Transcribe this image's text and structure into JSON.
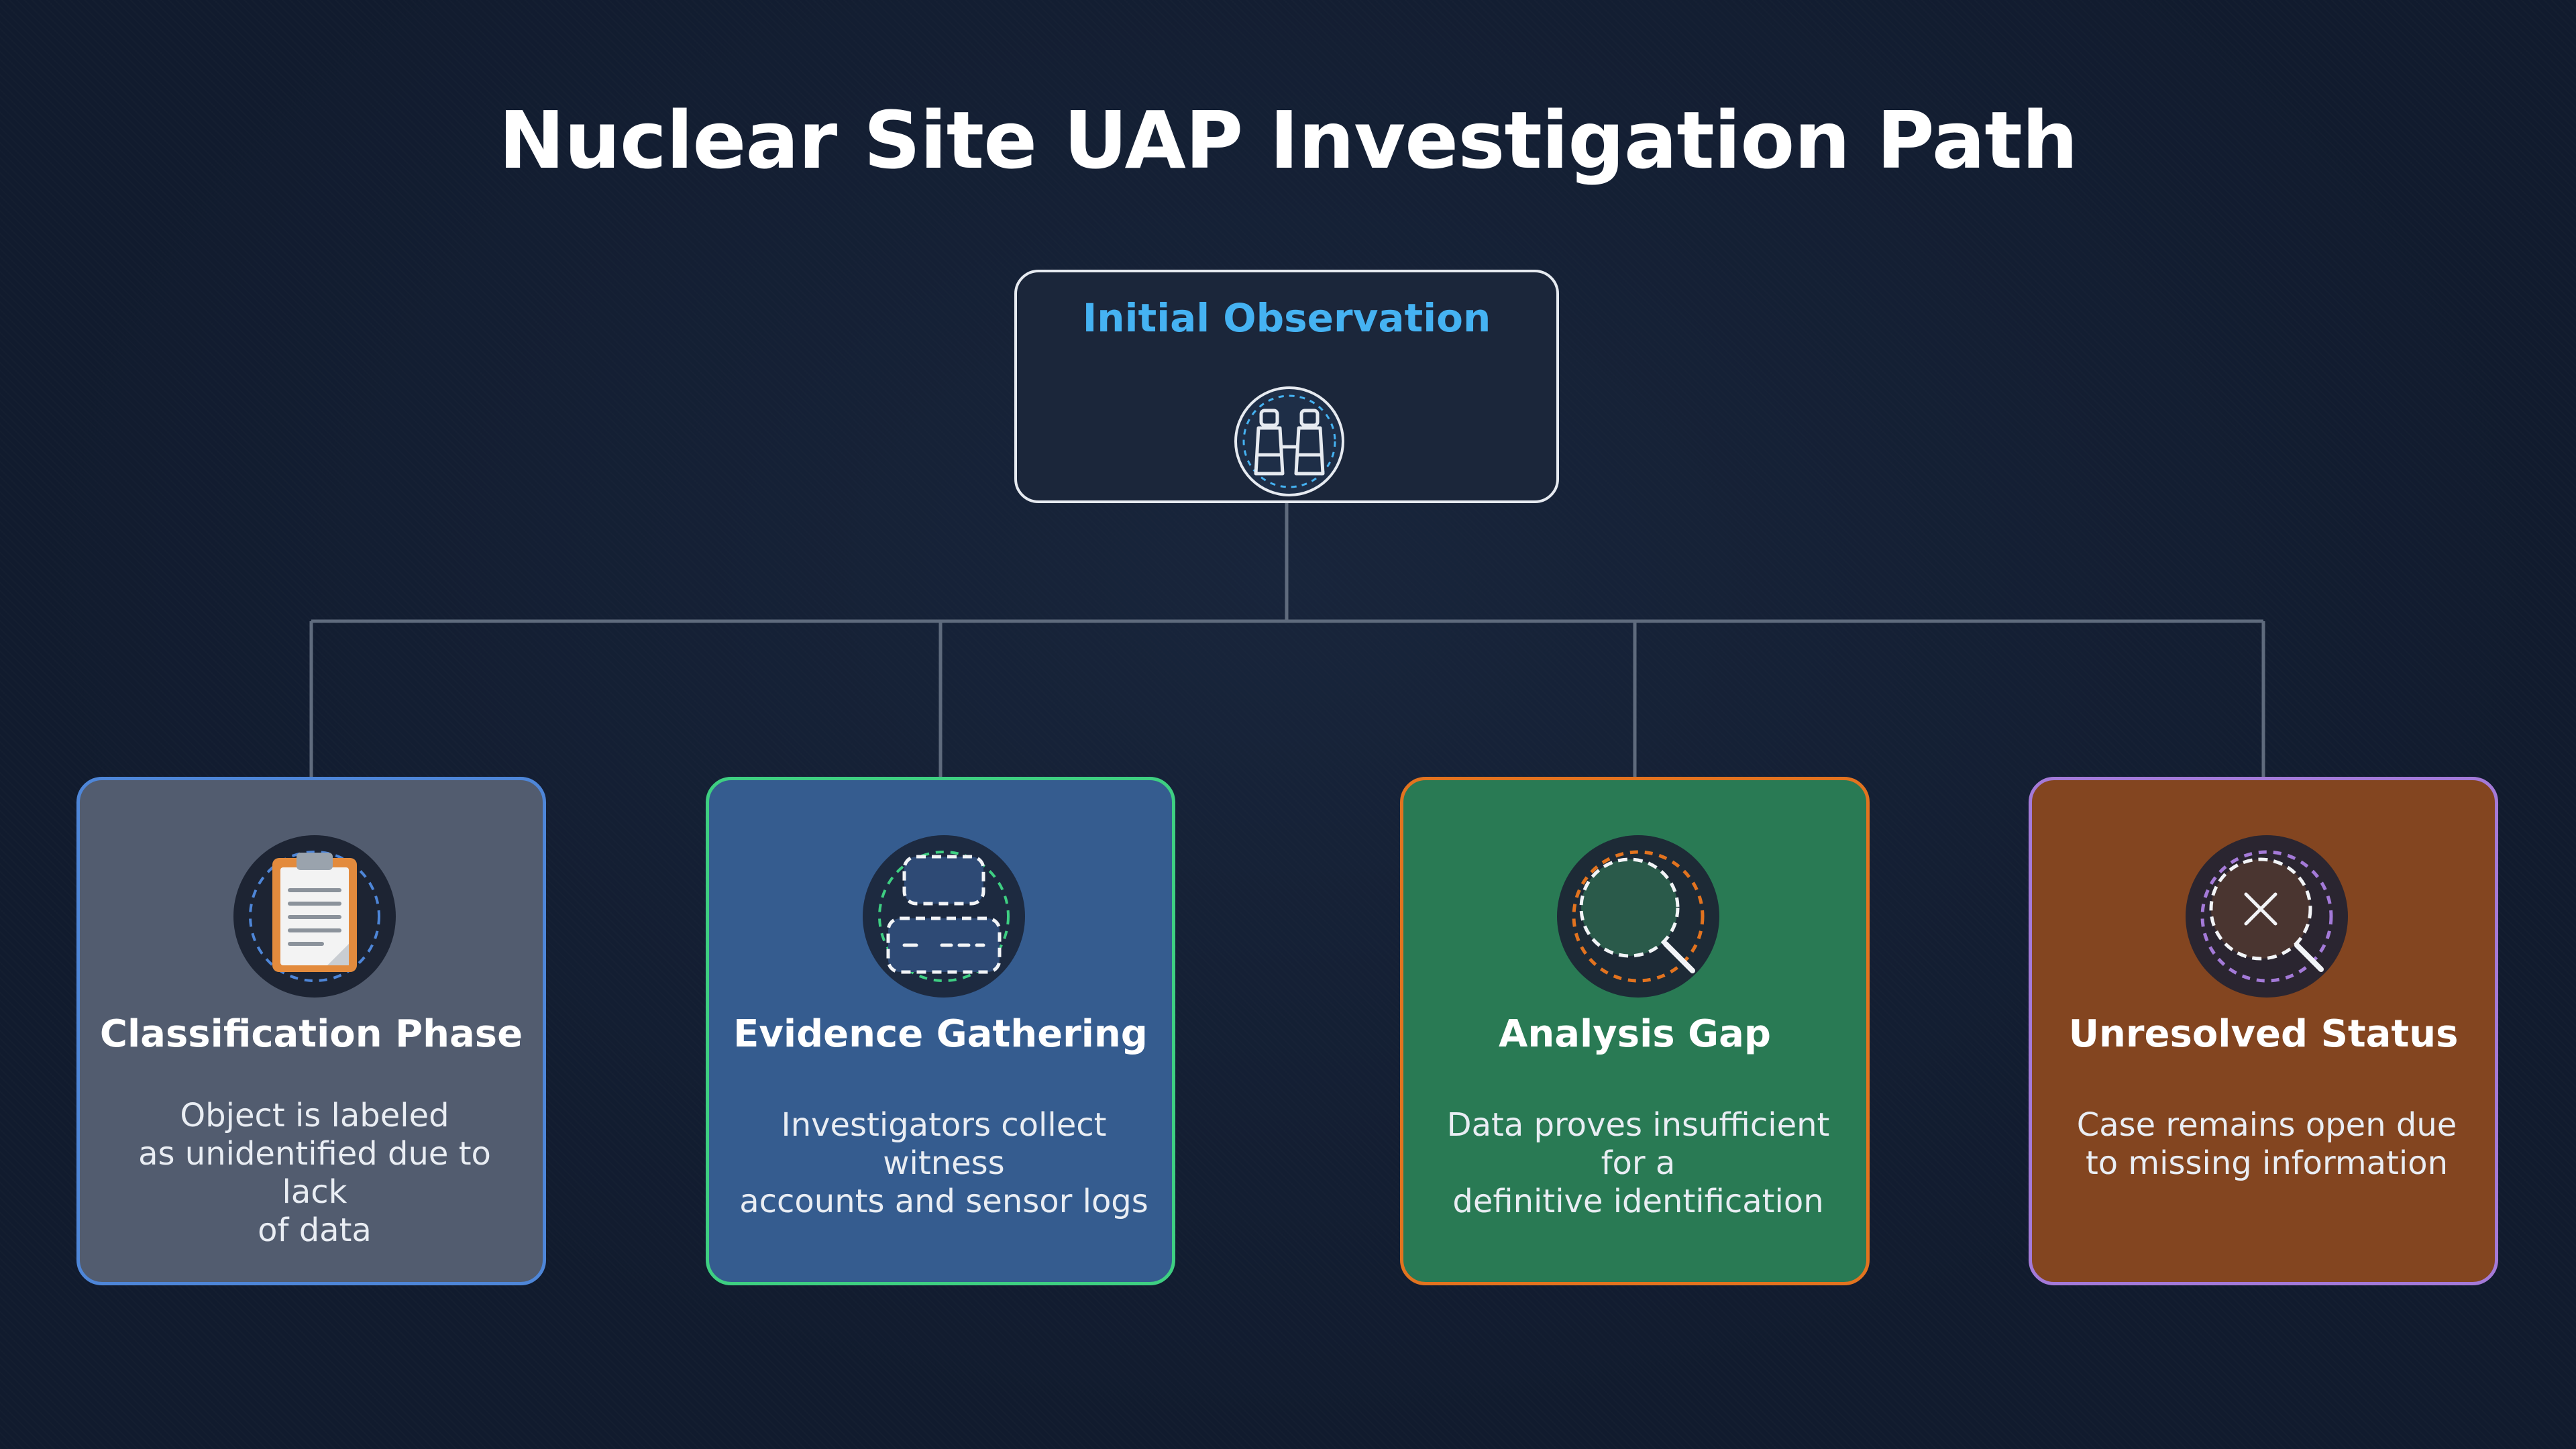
{
  "title": "Nuclear Site UAP Investigation Path",
  "root": {
    "label": "Initial Observation",
    "icon": "binoculars-icon"
  },
  "colors": {
    "background": "#111b2e",
    "connector": "#5f6b7d",
    "root_label": "#45b2f2"
  },
  "steps": [
    {
      "title": "Classification Phase",
      "description": "Object is labeled\nas unidentified due to lack\nof data",
      "icon": "clipboard-icon",
      "fill": "#525c6f",
      "border": "#4e86d8"
    },
    {
      "title": "Evidence Gathering",
      "description": "Investigators collect witness\naccounts and sensor logs",
      "icon": "records-icon",
      "fill": "#355c8f",
      "border": "#3ecf82"
    },
    {
      "title": "Analysis Gap",
      "description": "Data proves insufficient for a\ndefinitive identification",
      "icon": "magnifier-icon",
      "fill": "#297a54",
      "border": "#e2731f"
    },
    {
      "title": "Unresolved Status",
      "description": "Case remains open due\nto missing information",
      "icon": "magnifier-x-icon",
      "fill": "#834520",
      "border": "#a47ad8"
    }
  ]
}
